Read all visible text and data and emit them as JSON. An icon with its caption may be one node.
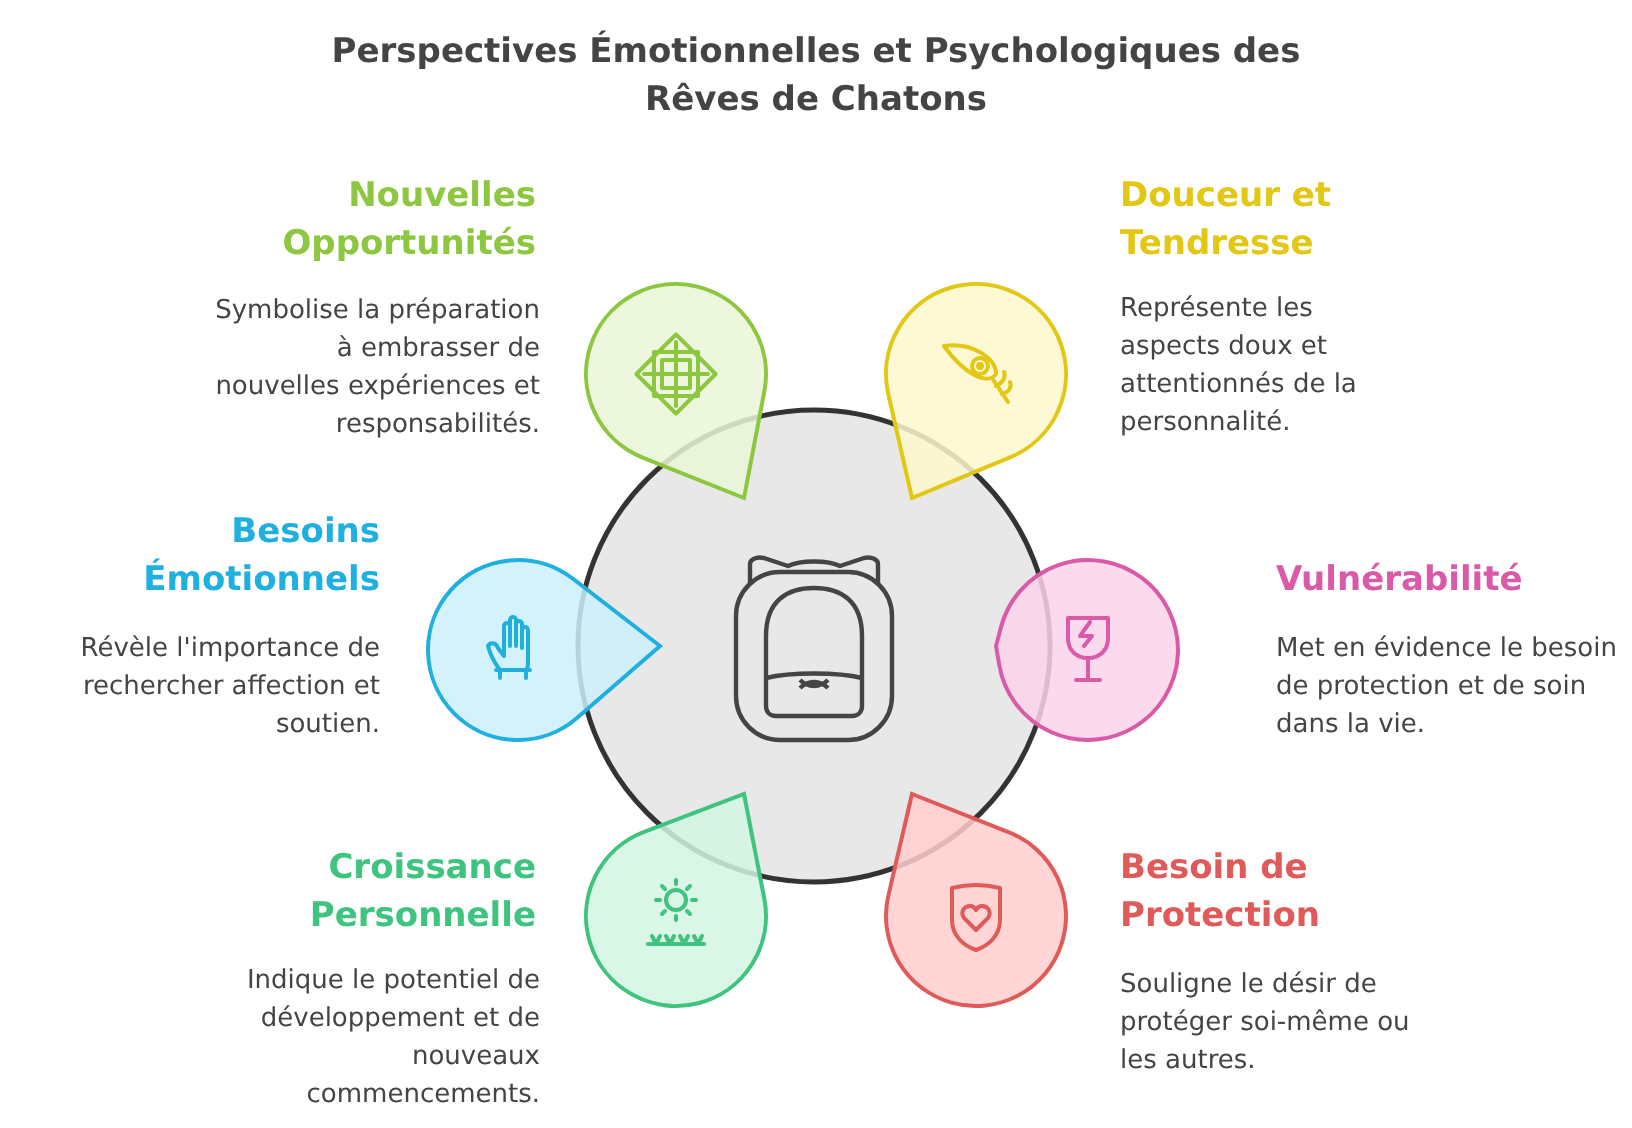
{
  "diagram": {
    "title": "Perspectives Émotionnelles et Psychologiques des Rêves de Chatons",
    "nodes": [
      {
        "text": [],
        "shape": "circle"
      },
      {
        "text": [],
        "shape": "teardrop"
      },
      {
        "text": [],
        "shape": "teardrop"
      },
      {
        "text": [],
        "shape": "teardrop"
      },
      {
        "text": [],
        "shape": "teardrop"
      },
      {
        "text": [],
        "shape": "teardrop"
      },
      {
        "text": [],
        "shape": "teardrop"
      }
    ],
    "labels": [
      "Nouvelles Opportunités",
      "Symbolise la préparation à embrasser de nouvelles expériences et responsabilités.",
      "Douceur et Tendresse",
      "Représente les aspects doux et attentionnés de la personnalité.",
      "Besoins Émotionnels",
      "Révèle l'importance de rechercher affection et soutien.",
      "Vulnérabilité",
      "Met en évidence le besoin de protection et de soin dans la vie.",
      "Croissance Personnelle",
      "Indique le potentiel de développement et de nouveaux commencements.",
      "Besoin de Protection",
      "Souligne le désir de protéger soi-même ou les autres."
    ]
  }
}
